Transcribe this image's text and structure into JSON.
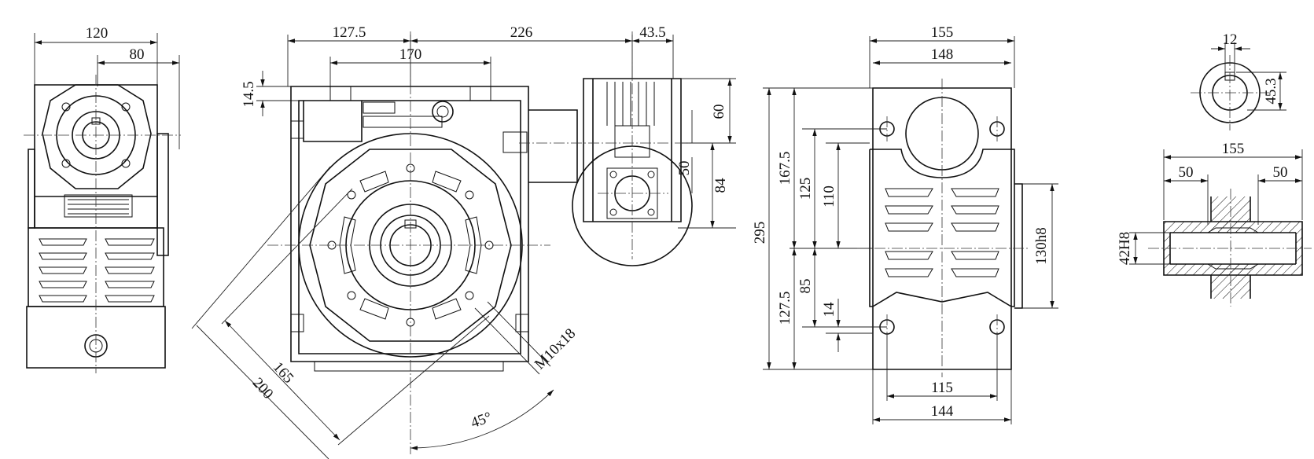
{
  "view_left": {
    "dim_width_total": "120",
    "dim_width_right": "80"
  },
  "view_front": {
    "dim_left": "127.5",
    "dim_center": "226",
    "dim_right": "43.5",
    "dim_top_span": "170",
    "dim_flange_h": "14.5",
    "dim_motor_h": "60",
    "dim_input_offset": "50",
    "dim_input_h": "84",
    "dim_pcd": "165",
    "dim_outer": "200",
    "dim_thread": "M10x18",
    "dim_angle": "45°"
  },
  "view_side": {
    "dim_width_outer": "155",
    "dim_width_inner": "148",
    "dim_height_total": "295",
    "dim_upper": "167.5",
    "dim_lower": "127.5",
    "dim_125": "125",
    "dim_110": "110",
    "dim_85": "85",
    "dim_14": "14",
    "dim_pilot": "130h8",
    "dim_bolt_span": "115",
    "dim_base": "144"
  },
  "view_shaft": {
    "dim_key": "12",
    "dim_bore_key": "45.3",
    "dim_length": "155",
    "dim_end_left": "50",
    "dim_end_right": "50",
    "dim_bore": "42H8"
  }
}
